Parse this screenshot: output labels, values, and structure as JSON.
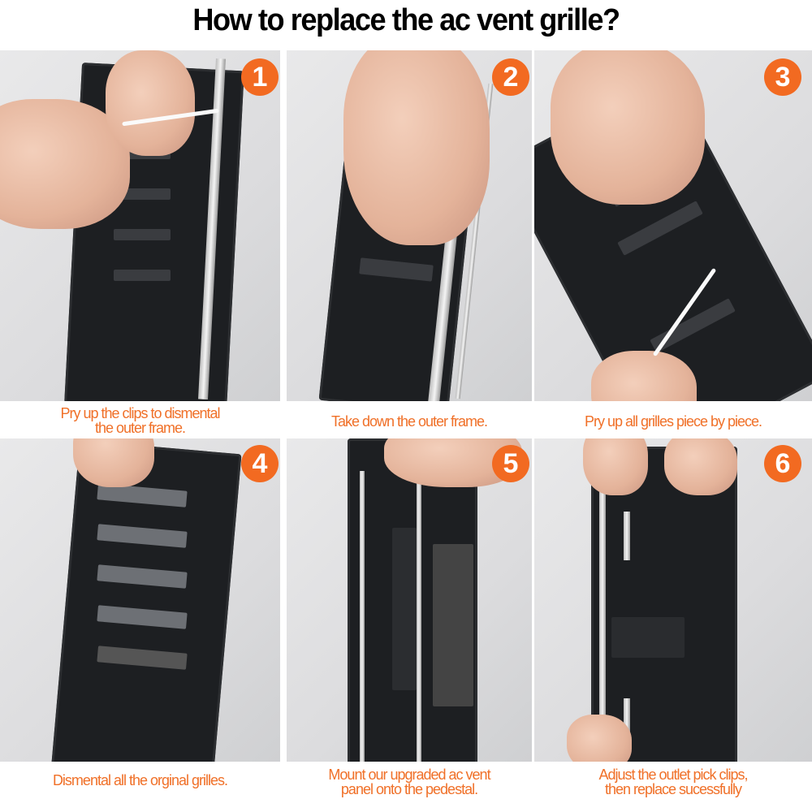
{
  "title": "How to replace the ac vent grille?",
  "accent_color": "#f26a21",
  "steps": [
    {
      "number": "1",
      "caption_line1": "Pry up the clips to dismental",
      "caption_line2": "the outer frame."
    },
    {
      "number": "2",
      "caption_line1": "Take down the outer frame.",
      "caption_line2": ""
    },
    {
      "number": "3",
      "caption_line1": "Pry up all grilles piece by piece.",
      "caption_line2": ""
    },
    {
      "number": "4",
      "caption_line1": "Dismental all the orginal grilles.",
      "caption_line2": ""
    },
    {
      "number": "5",
      "caption_line1": "Mount our upgraded ac vent",
      "caption_line2": "panel onto the pedestal."
    },
    {
      "number": "6",
      "caption_line1": "Adjust the outlet pick clips,",
      "caption_line2": "then replace sucessfully"
    }
  ]
}
